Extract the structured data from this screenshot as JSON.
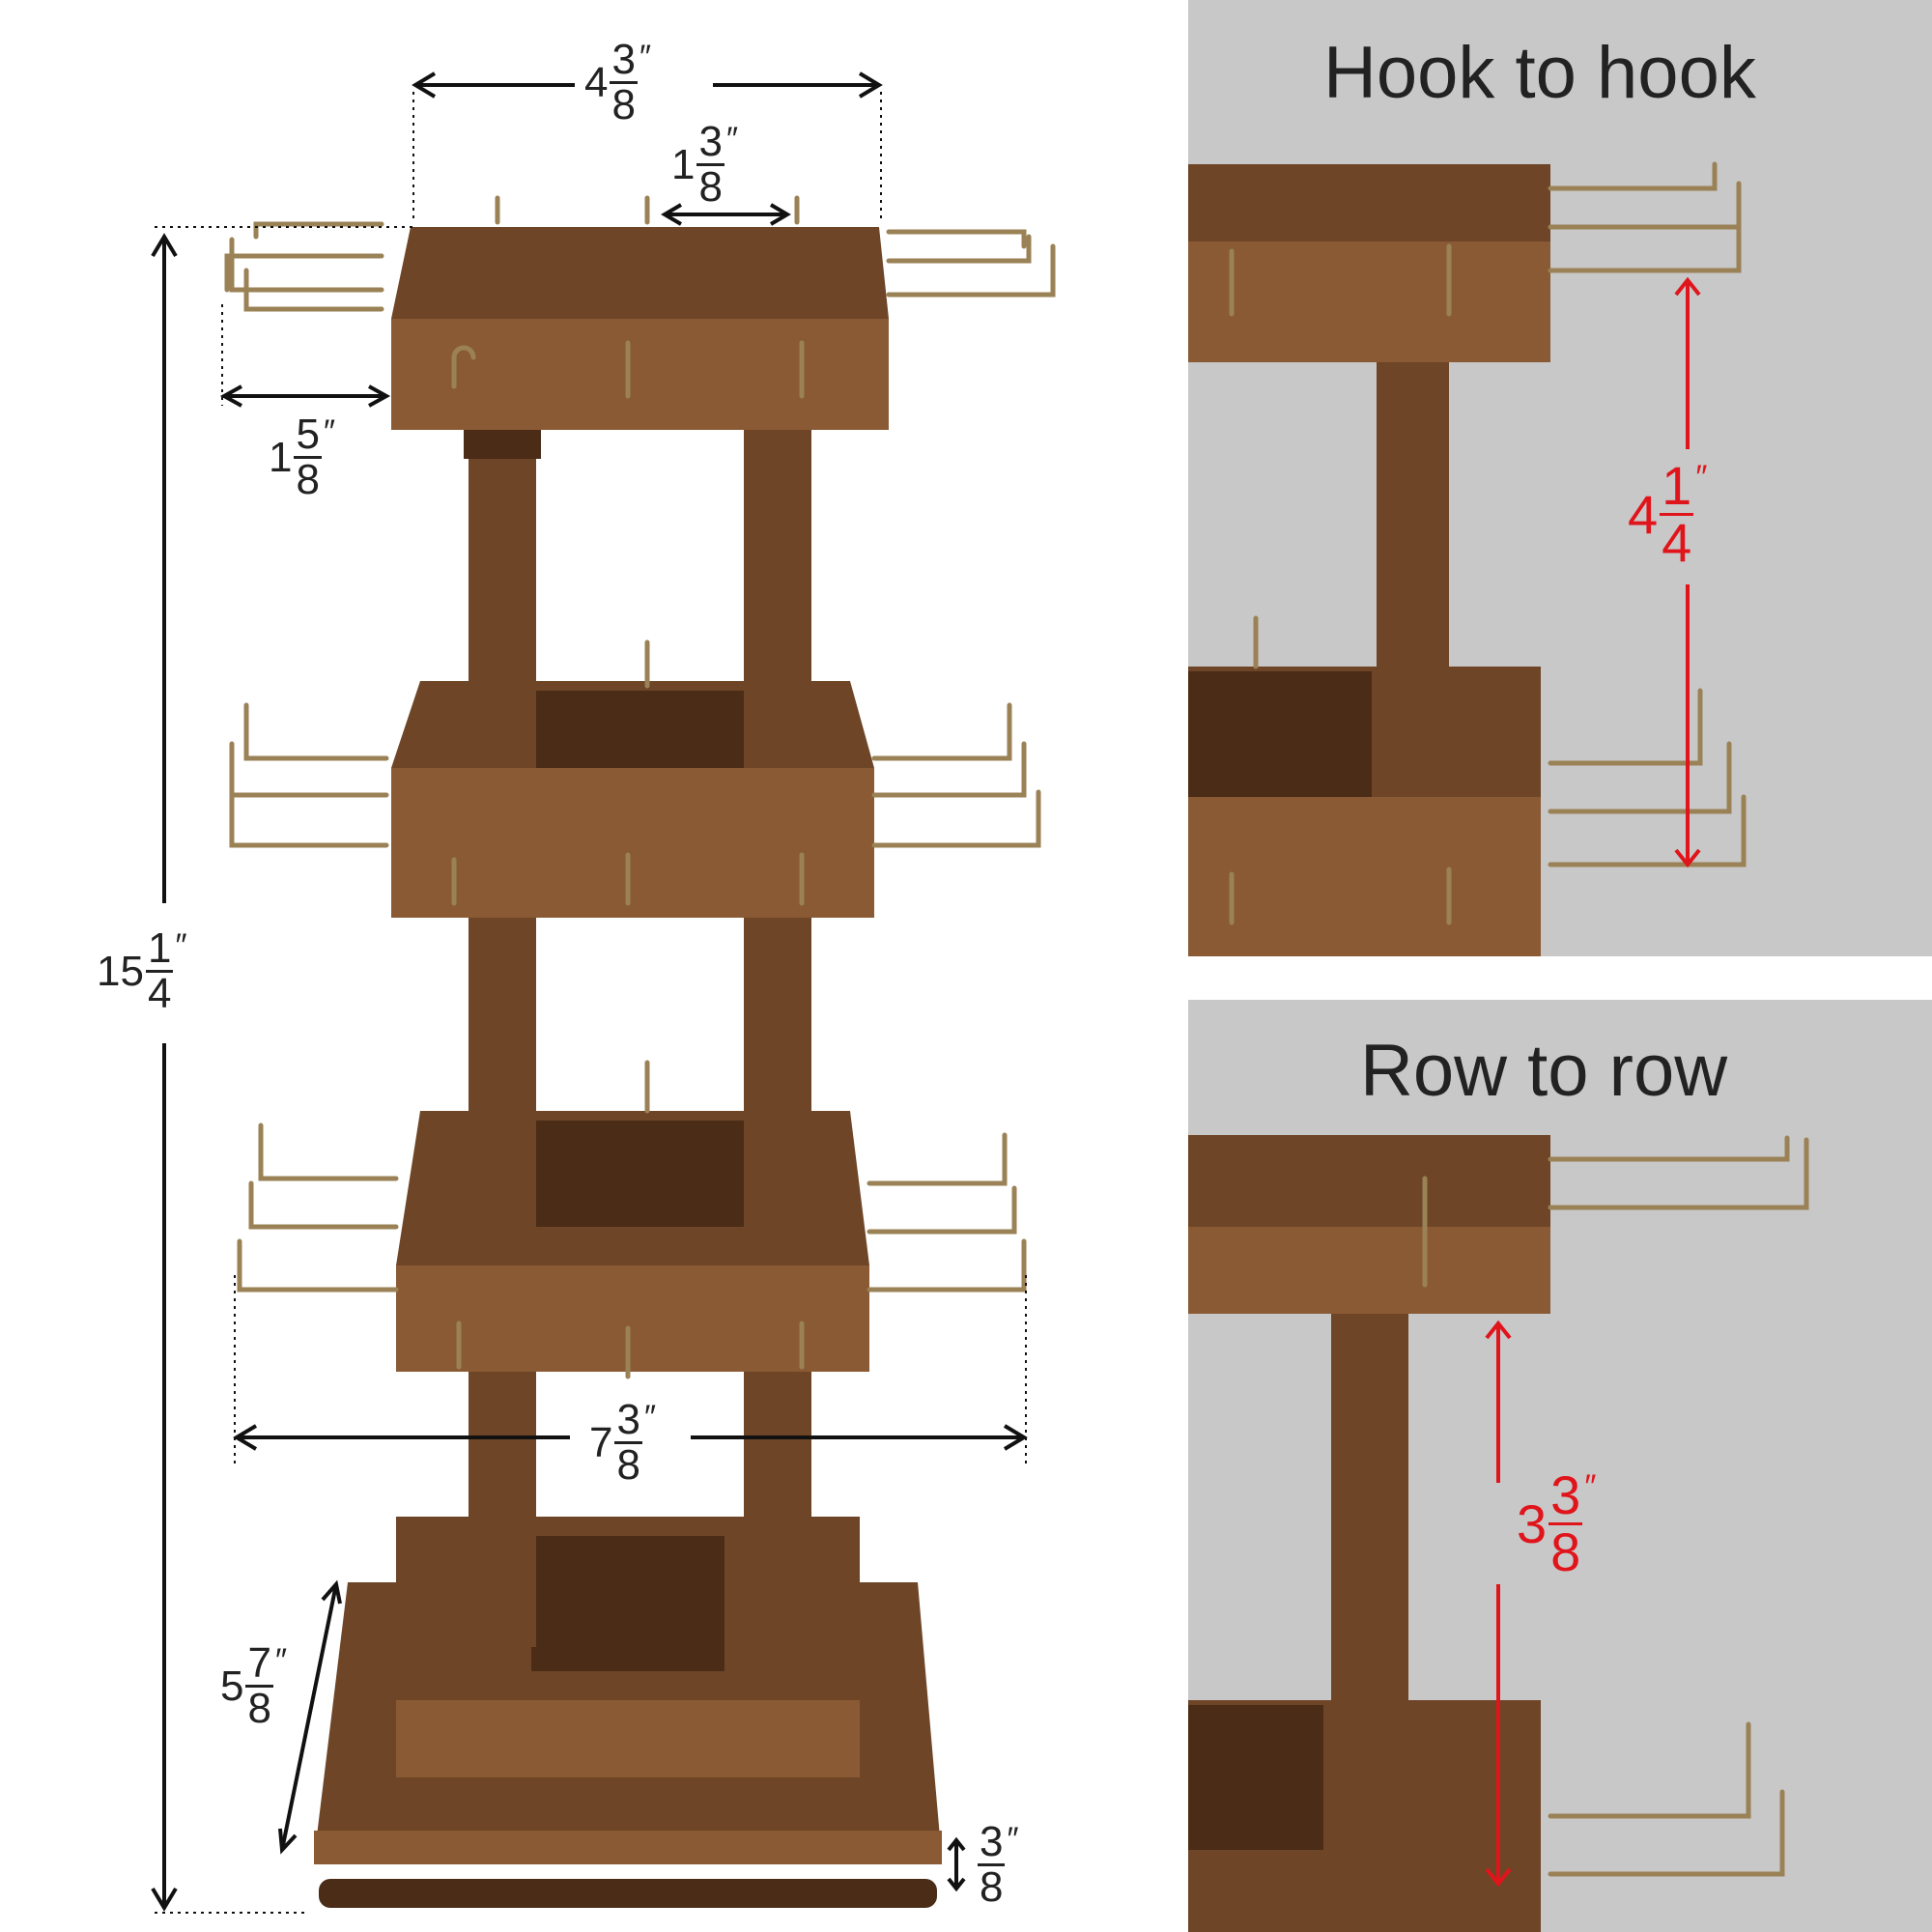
{
  "panels": {
    "hook_to_hook": {
      "title": "Hook to hook"
    },
    "row_to_row": {
      "title": "Row to row"
    }
  },
  "dimensions": {
    "top_width": {
      "whole": "4",
      "num": "3",
      "den": "8",
      "unit": "″"
    },
    "hook_spacing": {
      "whole": "1",
      "num": "3",
      "den": "8",
      "unit": "″"
    },
    "hook_length": {
      "whole": "1",
      "num": "5",
      "den": "8",
      "unit": "″"
    },
    "total_height": {
      "whole": "15",
      "num": "1",
      "den": "4",
      "unit": "″"
    },
    "span_width": {
      "whole": "7",
      "num": "3",
      "den": "8",
      "unit": "″"
    },
    "base_depth": {
      "whole": "5",
      "num": "7",
      "den": "8",
      "unit": "″"
    },
    "base_thickness": {
      "whole": "",
      "num": "3",
      "den": "8",
      "unit": "″"
    },
    "hook_to_hook_value": {
      "whole": "4",
      "num": "1",
      "den": "4",
      "unit": "″"
    },
    "row_to_row_value": {
      "whole": "3",
      "num": "3",
      "den": "8",
      "unit": "″"
    }
  },
  "colors": {
    "accent_red": "#e0151b",
    "panel_gray": "#c8c8c8",
    "wood": "#6e4527",
    "brass": "#9a8256"
  }
}
